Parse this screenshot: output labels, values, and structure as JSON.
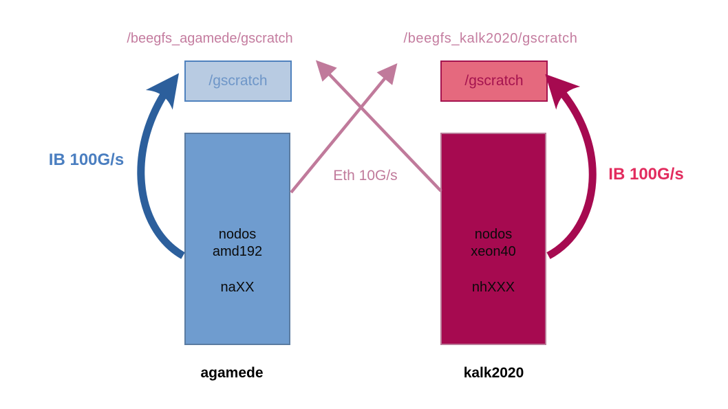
{
  "clusters": {
    "left": {
      "name": "agamede",
      "beegfs_path": "/beegfs_agamede/gscratch",
      "scratch_label": "/gscratch",
      "node_type_line1": "nodos",
      "node_type_line2": "amd192",
      "node_naming": "naXX",
      "ib_link_label": "IB 100G/s"
    },
    "right": {
      "name": "kalk2020",
      "beegfs_path": "/beegfs_kalk2020/gscratch",
      "scratch_label": "/gscratch",
      "node_type_line1": "nodos",
      "node_type_line2": "xeon40",
      "node_naming": "nhXXX",
      "ib_link_label": "IB 100G/s"
    }
  },
  "cross_link_label": "Eth 10G/s",
  "colors": {
    "left_accent": "#4f81bd",
    "left_node_fill": "#6f9ccf",
    "left_scratch_fill": "#b8cbe2",
    "left_arrow": "#2c5f9c",
    "left_ib_text": "#4a7ec0",
    "right_accent": "#a5134f",
    "right_node_fill": "#a60a50",
    "right_scratch_fill": "#e5697e",
    "right_arrow": "#a60a50",
    "right_ib_text": "#e22c5e",
    "eth_link": "#c07a9b"
  }
}
